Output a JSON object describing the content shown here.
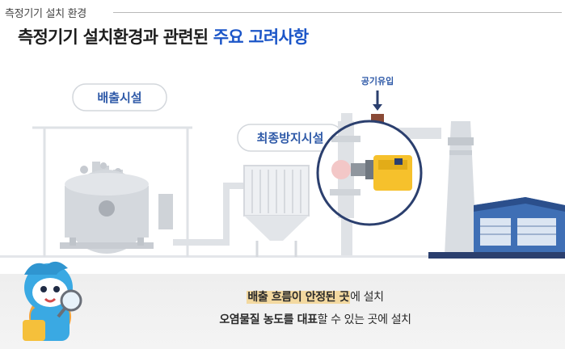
{
  "header": {
    "section_label": "측정기기 설치 환경",
    "title_prefix": "측정기기 설치환경과 관련된 ",
    "title_highlight": "주요 고려사항"
  },
  "diagram": {
    "label_emission_facility": "배출시설",
    "label_final_control": "최종방지시설",
    "label_air_inflow": "공기유입"
  },
  "captions": {
    "line1_bold": "배출 흐름이 안정된 곳",
    "line1_rest": "에 설치",
    "line2_bold": "오염물질 농도를 대표",
    "line2_rest": "할 수 있는 곳에 설치"
  },
  "colors": {
    "accent": "#1c56c8",
    "label_text": "#2f5aa8",
    "equipment_gray": "#d9dde2",
    "analyzer_yellow": "#f6c12c",
    "navy": "#2b3f6e"
  }
}
